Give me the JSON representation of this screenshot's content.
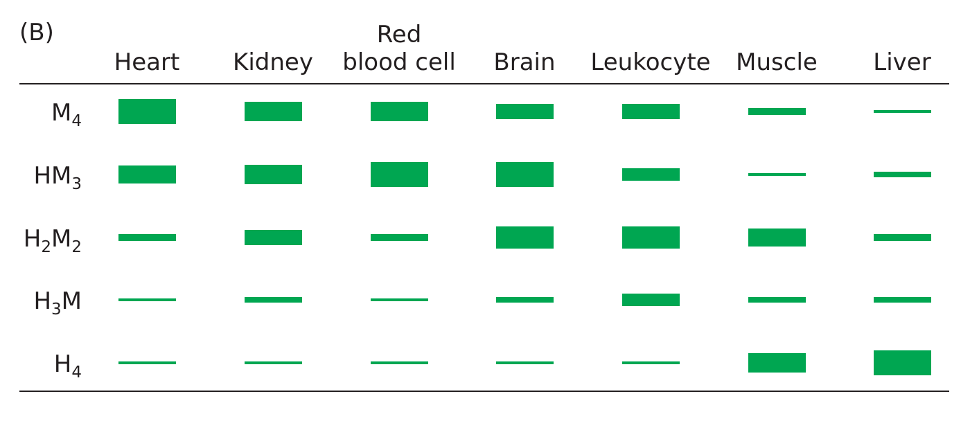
{
  "chart_data": {
    "type": "table",
    "panel_label": "(B)",
    "columns": [
      {
        "lines": [
          "Heart"
        ]
      },
      {
        "lines": [
          "Kidney"
        ]
      },
      {
        "lines": [
          "Red",
          "blood cell"
        ]
      },
      {
        "lines": [
          "Brain"
        ]
      },
      {
        "lines": [
          "Leukocyte"
        ]
      },
      {
        "lines": [
          "Muscle"
        ]
      },
      {
        "lines": [
          "Liver"
        ]
      }
    ],
    "rows": [
      {
        "parts": [
          {
            "t": "M"
          },
          {
            "t": "4",
            "sub": true
          }
        ]
      },
      {
        "parts": [
          {
            "t": "HM"
          },
          {
            "t": "3",
            "sub": true
          }
        ]
      },
      {
        "parts": [
          {
            "t": "H"
          },
          {
            "t": "2",
            "sub": true
          },
          {
            "t": "M"
          },
          {
            "t": "2",
            "sub": true
          }
        ]
      },
      {
        "parts": [
          {
            "t": "H"
          },
          {
            "t": "3",
            "sub": true
          },
          {
            "t": "M"
          }
        ]
      },
      {
        "parts": [
          {
            "t": "H"
          },
          {
            "t": "4",
            "sub": true
          }
        ]
      }
    ],
    "values": [
      [
        5,
        4,
        4,
        3,
        3,
        1.5,
        0.5
      ],
      [
        3.5,
        4,
        5,
        5,
        2.5,
        0.5,
        1
      ],
      [
        1.5,
        3,
        1.5,
        4.5,
        4.5,
        3.5,
        1.5
      ],
      [
        0.5,
        1,
        0.5,
        1,
        2.5,
        1,
        1
      ],
      [
        0.5,
        0.5,
        0.5,
        0.5,
        0.5,
        4,
        5
      ]
    ],
    "bar_color": "#00a651"
  }
}
